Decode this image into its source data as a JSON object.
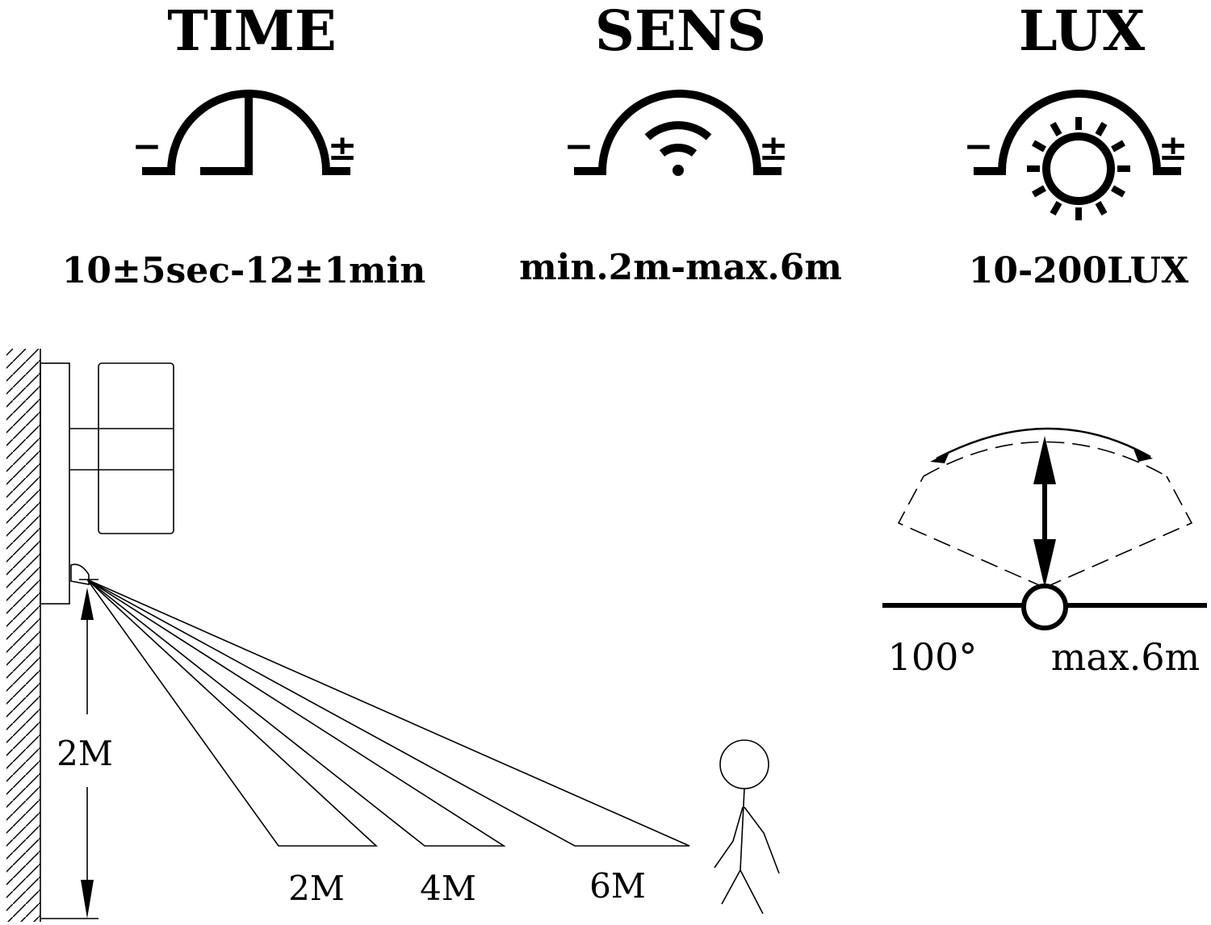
{
  "controls": {
    "time": {
      "title": "TIME",
      "range": "10±5sec-12±1min",
      "minus": "−",
      "plus": "±"
    },
    "sens": {
      "title": "SENS",
      "range": "min.2m-max.6m",
      "minus": "−",
      "plus": "±"
    },
    "lux": {
      "title": "LUX",
      "range": "10-200LUX",
      "minus": "−",
      "plus": "±"
    }
  },
  "side_view": {
    "mount_height": "2M",
    "distances": [
      "2M",
      "4M",
      "6M"
    ]
  },
  "top_view": {
    "angle": "100°",
    "range": "max.6m"
  },
  "icons": {
    "time": "timer-dial-icon",
    "sens": "wifi-signal-icon",
    "lux": "sun-icon",
    "person": "stick-figure-person-icon"
  },
  "colors": {
    "line": "#000000",
    "background": "#ffffff"
  }
}
